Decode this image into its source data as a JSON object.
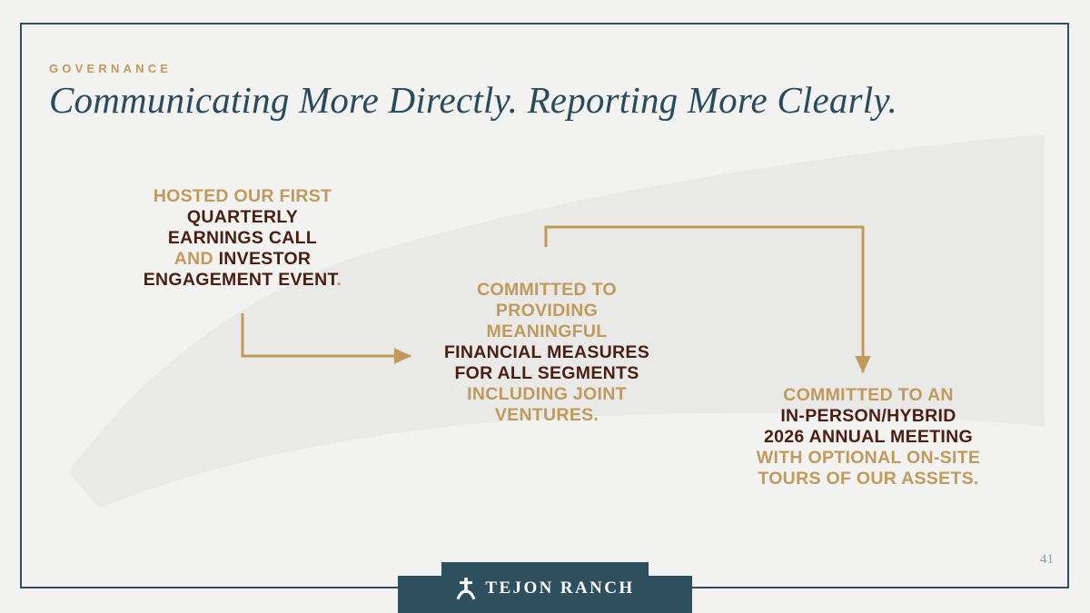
{
  "slide": {
    "eyebrow": "GOVERNANCE",
    "title": "Communicating More Directly. Reporting More Clearly.",
    "page_number": "41",
    "colors": {
      "background": "#f2f2f1",
      "frame": "#2d4f5e",
      "title": "#2a4b5c",
      "gold": "#c19a5b",
      "brown": "#4a1f12",
      "swoosh": "#e9e9e8",
      "banner": "#2d4f5e",
      "page_number": "#8c9aa3"
    }
  },
  "blocks": [
    {
      "id": "block-1",
      "name": "quarterly-earnings-call",
      "lines": [
        {
          "text": "HOSTED OUR FIRST",
          "color": "gold"
        },
        {
          "text": "QUARTERLY",
          "color": "brown"
        },
        {
          "text": "EARNINGS CALL",
          "color": "brown"
        },
        {
          "text": "AND ",
          "color": "gold",
          "inline": true
        },
        {
          "text": "INVESTOR",
          "color": "brown"
        },
        {
          "text": "ENGAGEMENT EVENT",
          "color": "brown",
          "inline": true
        },
        {
          "text": ".",
          "color": "gold"
        }
      ],
      "plain_text": "HOSTED OUR FIRST QUARTERLY EARNINGS CALL AND INVESTOR ENGAGEMENT EVENT."
    },
    {
      "id": "block-2",
      "name": "financial-measures-segments",
      "lines": [
        {
          "text": "COMMITTED TO",
          "color": "gold"
        },
        {
          "text": "PROVIDING",
          "color": "gold"
        },
        {
          "text": "MEANINGFUL",
          "color": "gold"
        },
        {
          "text": "FINANCIAL MEASURES",
          "color": "brown"
        },
        {
          "text": "FOR ALL SEGMENTS",
          "color": "brown"
        },
        {
          "text": "INCLUDING JOINT",
          "color": "gold"
        },
        {
          "text": "VENTURES.",
          "color": "gold"
        }
      ],
      "plain_text": "COMMITTED TO PROVIDING MEANINGFUL FINANCIAL MEASURES FOR ALL SEGMENTS INCLUDING JOINT VENTURES."
    },
    {
      "id": "block-3",
      "name": "annual-meeting-2026",
      "lines": [
        {
          "text": "COMMITTED TO AN",
          "color": "gold"
        },
        {
          "text": "IN-PERSON/HYBRID",
          "color": "brown"
        },
        {
          "text": "2026 ANNUAL MEETING",
          "color": "brown"
        },
        {
          "text": "WITH OPTIONAL ON-SITE",
          "color": "gold"
        },
        {
          "text": "TOURS OF OUR ASSETS.",
          "color": "gold"
        }
      ],
      "plain_text": "COMMITTED TO AN IN-PERSON/HYBRID 2026 ANNUAL MEETING WITH OPTIONAL ON-SITE TOURS OF OUR ASSETS."
    }
  ],
  "connectors": [
    {
      "name": "arrow-block1-to-block2",
      "from": "block-1",
      "to": "block-2",
      "direction": "down-then-right"
    },
    {
      "name": "arrow-block2-to-block3",
      "from": "block-2",
      "to": "block-3",
      "direction": "up-right-then-down"
    }
  ],
  "footer": {
    "logo_text": "TEJON RANCH",
    "logo_mark": "oak-tree-icon"
  }
}
